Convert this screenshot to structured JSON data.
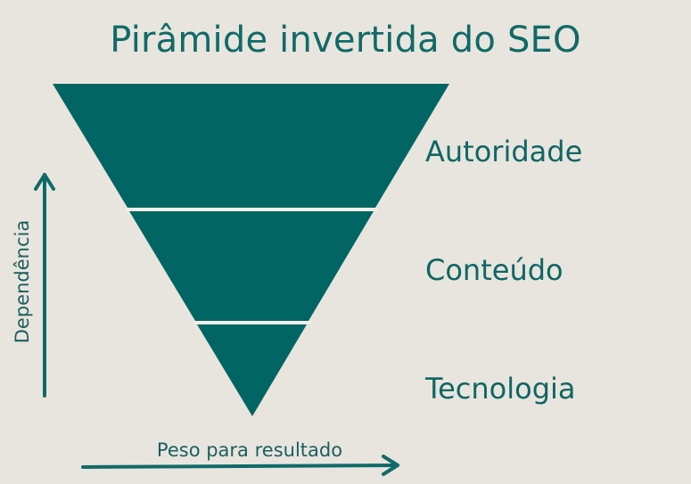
{
  "title": "Pirâmide invertida do SEO",
  "colors": {
    "background": "#e8e5de",
    "pyramid": "#006563",
    "divider": "#f2efe8",
    "text": "#0f6664"
  },
  "layers": [
    {
      "label": "Autoridade"
    },
    {
      "label": "Conteúdo"
    },
    {
      "label": "Tecnologia"
    }
  ],
  "axes": {
    "vertical_label": "Dependência",
    "horizontal_label": "Peso para resultado"
  },
  "icons": {
    "vertical": "arrow-up-icon",
    "horizontal": "arrow-right-icon"
  }
}
